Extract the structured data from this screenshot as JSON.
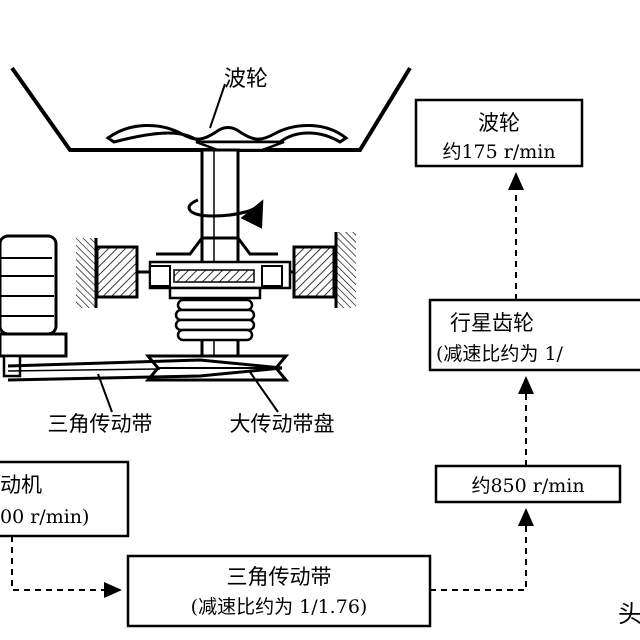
{
  "labels": {
    "impeller": "波轮",
    "v_belt": "三角传动带",
    "big_pulley": "大传动带盘"
  },
  "boxes": {
    "impeller_box": {
      "line1": "波轮",
      "line2": "约175 r/min"
    },
    "planet_box": {
      "line1": "行星齿轮",
      "line2": "(减速比约为 1/"
    },
    "speed_box": {
      "line1": "约850 r/min"
    },
    "motor_box": {
      "line1": "动机",
      "line2": "00 r/min)"
    },
    "belt_box": {
      "line1": "三角传动带",
      "line2": "(减速比约为 1/1.76)"
    }
  },
  "watermark": "头"
}
